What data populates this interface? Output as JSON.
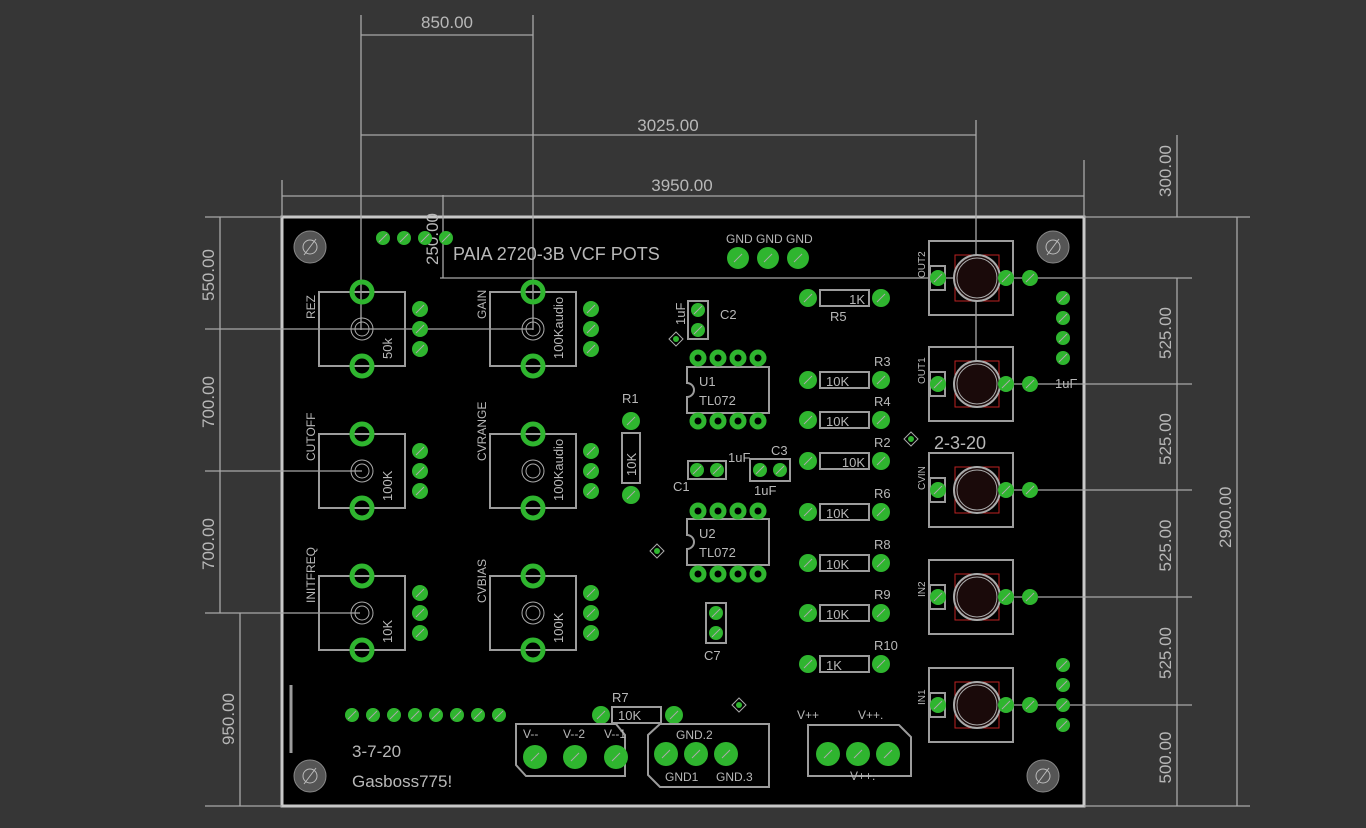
{
  "board": {
    "title": "PAIA 2720-3B VCF POTS",
    "date_right": "2-3-20",
    "date_left": "3-7-20",
    "author": "Gasboss775!",
    "colors": {
      "background": "#363636",
      "board": "#000000",
      "pad": "#2fb52f",
      "outline": "#9c9c9c"
    }
  },
  "dimensions": {
    "top": [
      "850.00",
      "3025.00",
      "3950.00"
    ],
    "small_vertical": "250.00",
    "right_outer": "300.00",
    "total_height": "2900.00",
    "right_segments": [
      "525.00",
      "525.00",
      "525.00",
      "525.00",
      "500.00"
    ],
    "left_segments": [
      "550.00",
      "700.00",
      "700.00",
      "950.00"
    ]
  },
  "pots": [
    {
      "name": "REZ",
      "value": "50k"
    },
    {
      "name": "GAIN",
      "value": "100Kaudio"
    },
    {
      "name": "CUTOFF",
      "value": "100K"
    },
    {
      "name": "CVRANGE",
      "value": "100Kaudio"
    },
    {
      "name": "INITFREQ",
      "value": "10K"
    },
    {
      "name": "CVBIAS",
      "value": "100K"
    }
  ],
  "resistors": [
    {
      "name": "R5",
      "value": "1K"
    },
    {
      "name": "R3",
      "value": "10K"
    },
    {
      "name": "R4",
      "value": "10K"
    },
    {
      "name": "R2",
      "value": "10K"
    },
    {
      "name": "R6",
      "value": "10K"
    },
    {
      "name": "R8",
      "value": "10K"
    },
    {
      "name": "R9",
      "value": "10K"
    },
    {
      "name": "R10",
      "value": "1K"
    },
    {
      "name": "R1",
      "value": "10K"
    },
    {
      "name": "R7",
      "value": "10K"
    }
  ],
  "ics": [
    {
      "name": "U1",
      "value": "TL072"
    },
    {
      "name": "U2",
      "value": "TL072"
    }
  ],
  "caps": [
    {
      "name": "C2",
      "value": "1uF"
    },
    {
      "name": "C1",
      "value": "1uF"
    },
    {
      "name": "C3",
      "value": "1uF"
    },
    {
      "name": "C7",
      "value": ""
    }
  ],
  "jacks": [
    "OUT2",
    "OUT1",
    "CVIN",
    "IN2",
    "IN1"
  ],
  "extra_label": "1uF",
  "gnd_top": [
    "GND",
    "GND",
    "GND"
  ],
  "connectors": {
    "vminus": [
      "V--",
      "V--2",
      "V--1"
    ],
    "gnd": [
      "GND.2",
      "GND1",
      "GND.3"
    ],
    "vplus": [
      "V++",
      "V++.",
      "V++."
    ]
  }
}
